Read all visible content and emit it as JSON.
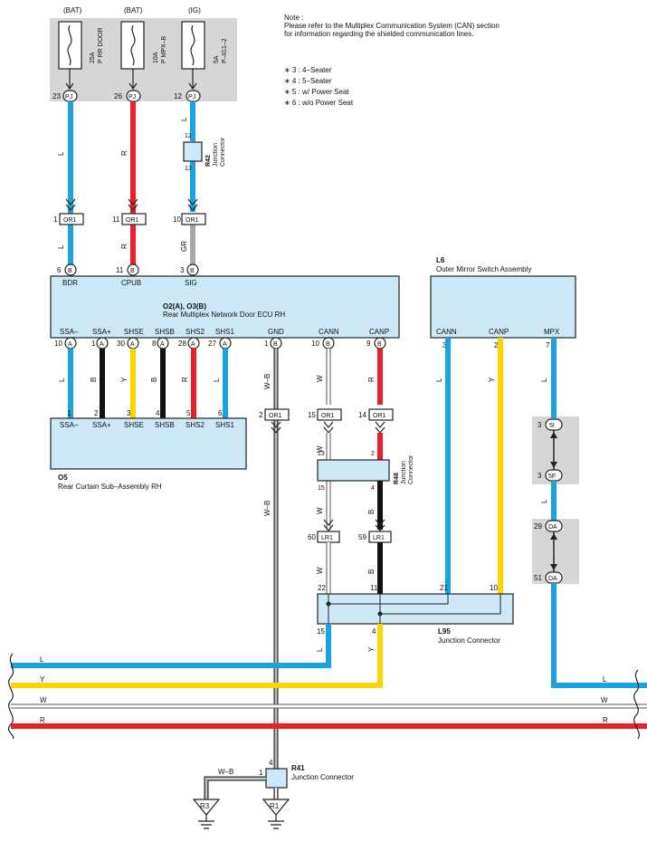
{
  "note": {
    "title": "Note :",
    "line1": "Please refer to the Multiplex Communication System (CAN) section",
    "line2": "for information regarding the shielded communication lines."
  },
  "legend": [
    {
      "mark": "∗ 3 : 4–Seater"
    },
    {
      "mark": "∗ 4 : 5–Seater"
    },
    {
      "mark": "∗ 5 : w/ Power Seat"
    },
    {
      "mark": "∗ 6 : w/o Power Seat"
    }
  ],
  "fuses": [
    {
      "source": "(BAT)",
      "rating": "25A",
      "name": "P RR DOOR",
      "pin": "23",
      "conn": "PJ"
    },
    {
      "source": "(BAT)",
      "rating": "10A",
      "name": "P MPX–B",
      "pin": "26",
      "conn": "PJ"
    },
    {
      "source": "(IG)",
      "rating": "5A",
      "name": "P–IG1–2",
      "pin": "12",
      "conn": "PJ"
    }
  ],
  "r42": {
    "id": "R42",
    "desc1": "Junction",
    "desc2": "Connector",
    "pin_top": "12",
    "pin_bot": "13"
  },
  "wires_top": [
    "L",
    "R",
    "L",
    "GR"
  ],
  "or1_top": [
    {
      "pin": "1",
      "conn": "OR1"
    },
    {
      "pin": "11",
      "conn": "OR1"
    },
    {
      "pin": "10",
      "conn": "OR1"
    }
  ],
  "ecu": {
    "id": "O2(A), O3(B)",
    "name": "Rear Multiplex Network Door ECU RH",
    "top_pins": [
      {
        "pin": "6",
        "conn": "B",
        "label": "BDR"
      },
      {
        "pin": "11",
        "conn": "B",
        "label": "CPUB"
      },
      {
        "pin": "3",
        "conn": "B",
        "label": "SIG"
      }
    ],
    "bottom_pins": [
      {
        "pin": "10",
        "conn": "A",
        "label": "SSA–"
      },
      {
        "pin": "1",
        "conn": "A",
        "label": "SSA+"
      },
      {
        "pin": "30",
        "conn": "A",
        "label": "SHSE"
      },
      {
        "pin": "8",
        "conn": "A",
        "label": "SHSB"
      },
      {
        "pin": "28",
        "conn": "A",
        "label": "SHS2"
      },
      {
        "pin": "27",
        "conn": "A",
        "label": "SHS1"
      },
      {
        "pin": "1",
        "conn": "B",
        "label": "GND"
      },
      {
        "pin": "10",
        "conn": "B",
        "label": "CANN"
      },
      {
        "pin": "9",
        "conn": "B",
        "label": "CANP"
      }
    ]
  },
  "ecu_wire_colors": [
    "L",
    "B",
    "Y",
    "B",
    "R",
    "L",
    "W–B",
    "W",
    "R"
  ],
  "o5": {
    "id": "O5",
    "name": "Rear Curtain Sub–Assembly RH",
    "pins": [
      {
        "pin": "1",
        "label": "SSA–"
      },
      {
        "pin": "2",
        "label": "SSA+"
      },
      {
        "pin": "3",
        "label": "SHSE"
      },
      {
        "pin": "4",
        "label": "SHSB"
      },
      {
        "pin": "5",
        "label": "SHS2"
      },
      {
        "pin": "6",
        "label": "SHS1"
      }
    ]
  },
  "or1_mid": [
    {
      "pin": "2",
      "conn": "OR1"
    },
    {
      "pin": "15",
      "conn": "OR1"
    },
    {
      "pin": "14",
      "conn": "OR1"
    }
  ],
  "r48": {
    "id": "R48",
    "desc1": "Junction",
    "desc2": "Connector",
    "pins": [
      "13",
      "2",
      "15",
      "4"
    ]
  },
  "lr1": [
    {
      "pin": "60",
      "conn": "LR1"
    },
    {
      "pin": "59",
      "conn": "LR1"
    }
  ],
  "mid_wire_labels": [
    "W",
    "R",
    "W",
    "B",
    "W",
    "B",
    "W–B"
  ],
  "l6": {
    "id": "L6",
    "name": "Outer Mirror Switch Assembly",
    "pins": [
      {
        "pin": "3",
        "label": "CANN",
        "color": "L"
      },
      {
        "pin": "2",
        "label": "CANP",
        "color": "Y"
      },
      {
        "pin": "7",
        "label": "MPX",
        "color": "L"
      }
    ]
  },
  "mpx_conns": [
    {
      "pin": "3",
      "conn": "5I"
    },
    {
      "pin": "3",
      "conn": "5F"
    },
    {
      "pin": "29",
      "conn": "DA"
    },
    {
      "pin": "51",
      "conn": "DA"
    }
  ],
  "mpx_wire_label": "L",
  "l95": {
    "id": "L95",
    "name": "Junction Connector",
    "pins_top": [
      "22",
      "11",
      "21",
      "10"
    ],
    "pins_bot": [
      "15",
      "4"
    ]
  },
  "l95_wire_labels": [
    "L",
    "Y"
  ],
  "bus": [
    "L",
    "Y",
    "W",
    "R"
  ],
  "bus_right": [
    "L",
    "W",
    "R"
  ],
  "r41": {
    "id": "R41",
    "name": "Junction Connector",
    "pin_top": "4",
    "pin_left": "1",
    "wire": "W–B"
  },
  "grounds": [
    "R3",
    "R1"
  ],
  "colors": {
    "blue": "#1aa3e0",
    "red": "#e8202a",
    "yellow": "#ffd400",
    "black": "#111111",
    "gray": "#a8a8a8",
    "box": "#cde9f7",
    "fusebox": "#d6d6d6"
  }
}
